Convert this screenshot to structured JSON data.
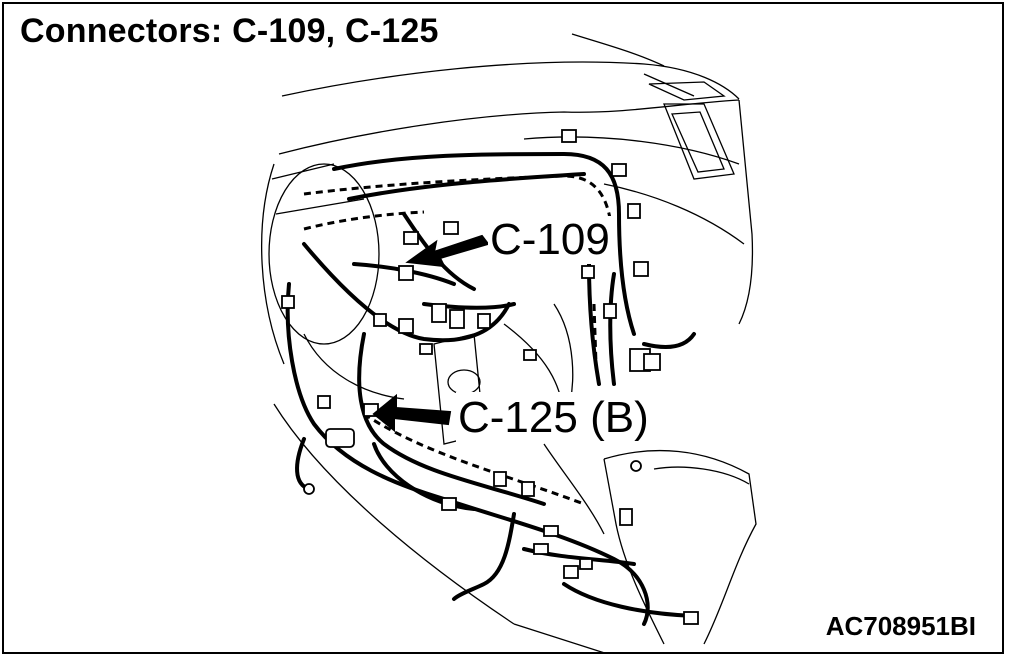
{
  "title": "Connectors: C-109, C-125",
  "figure_id": "AC708951BI",
  "callouts": [
    {
      "label": "C-109"
    },
    {
      "label": "C-125 (B)"
    }
  ],
  "colors": {
    "line": "#000000",
    "background": "#ffffff"
  }
}
